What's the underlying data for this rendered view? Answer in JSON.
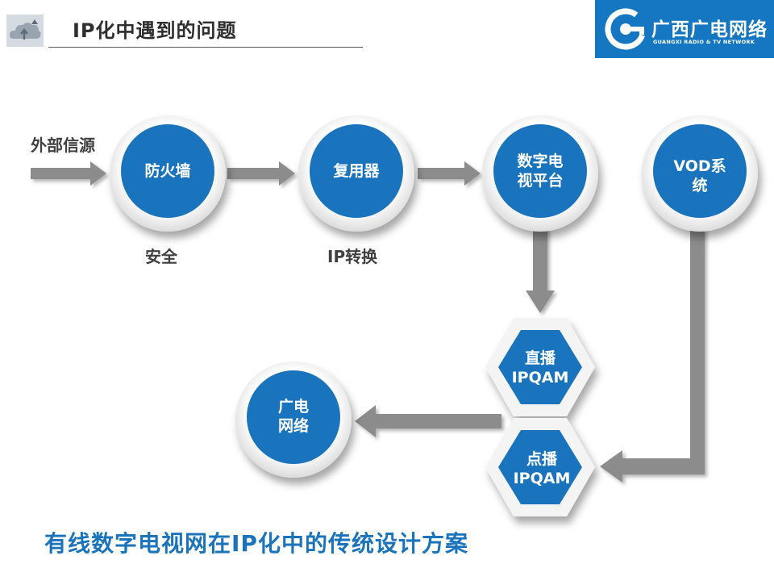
{
  "header": {
    "title": "IP化中遇到的问题",
    "logo_name": "广西广电网络",
    "logo_sub": "GUANGXI RADIO & TV NETWORK"
  },
  "diagram": {
    "source_label": "外部信源",
    "nodes": {
      "firewall": "防火墙",
      "multiplexer": "复用器",
      "digital_tv": "数字电\n视平台",
      "vod": "VOD系\n统",
      "live_ipqam": "直播\nIPQAM",
      "vod_ipqam": "点播\nIPQAM",
      "cable_network": "广电\n网络"
    },
    "captions": {
      "security": "安全",
      "ip_convert": "IP转换"
    },
    "colors": {
      "node_fill": "#1a73bd",
      "arrow": "#8c8c8c",
      "ring": "#f2f2f2"
    }
  },
  "footer": {
    "caption": "有线数字电视网在IP化中的传统设计方案"
  }
}
